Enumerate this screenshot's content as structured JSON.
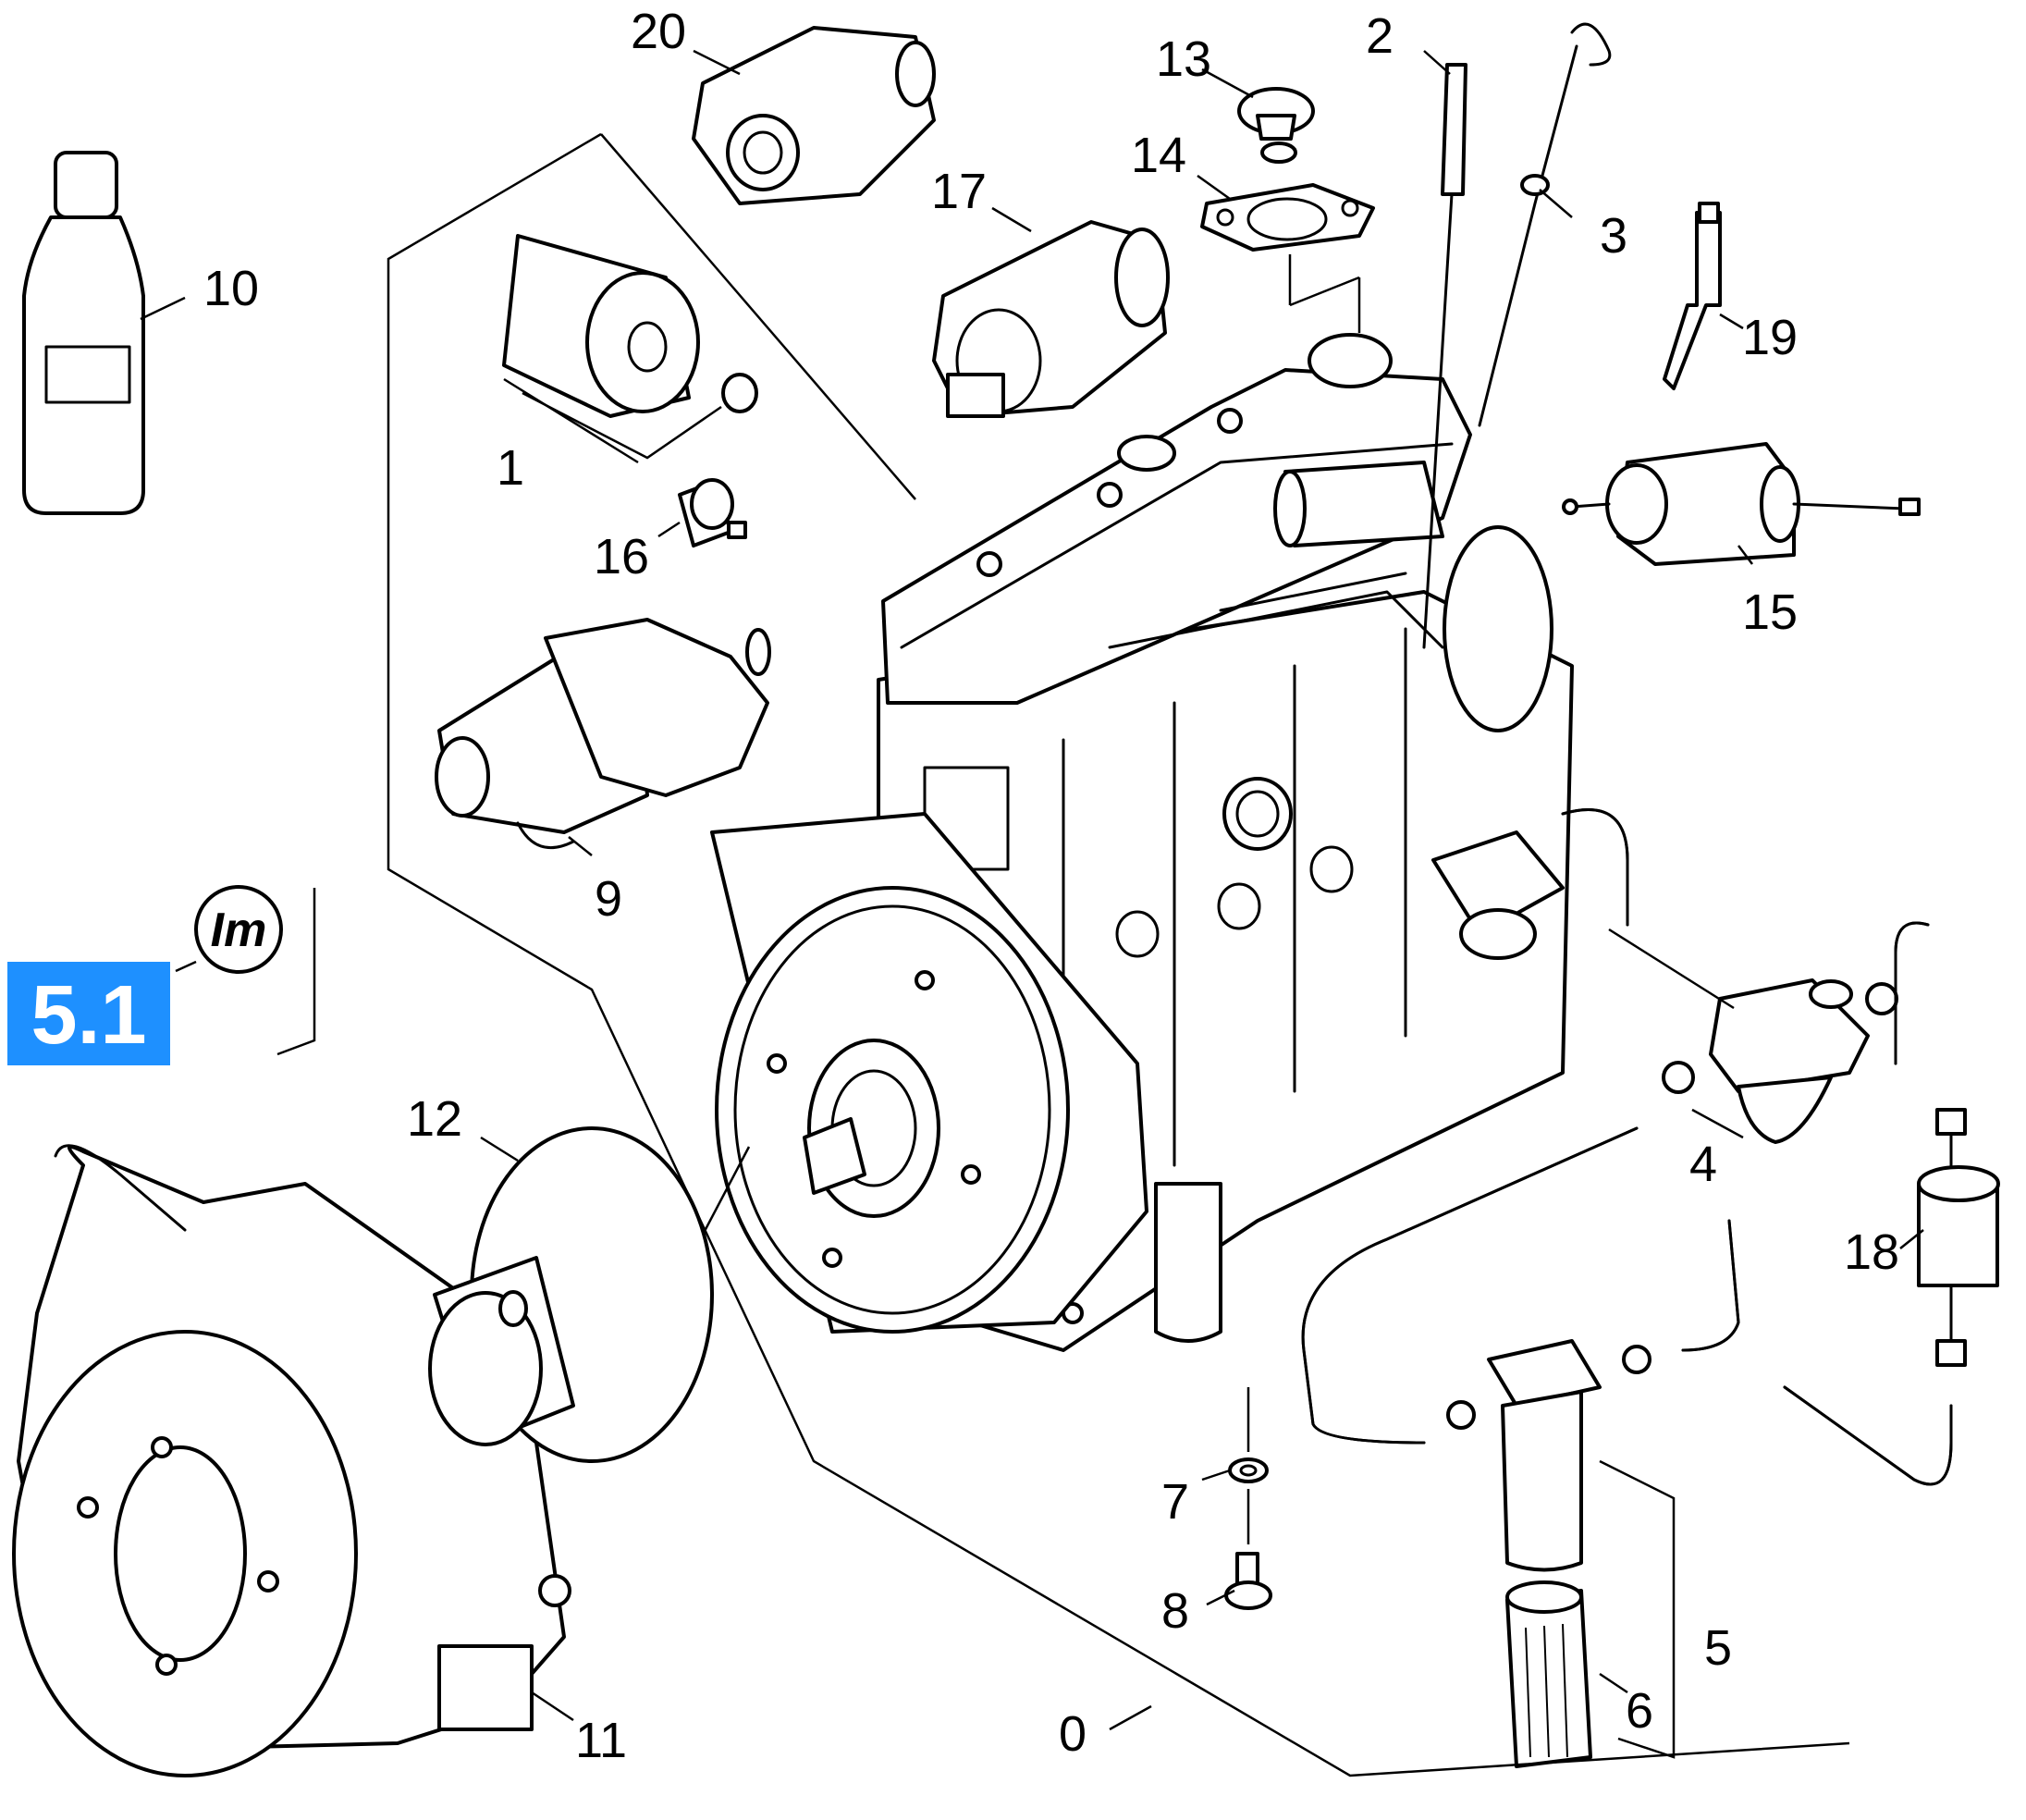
{
  "badge": {
    "section": "5.1",
    "color": "#1e90ff",
    "text_color": "#ffffff",
    "im_label": "Im"
  },
  "callouts": [
    "0",
    "1",
    "2",
    "3",
    "4",
    "5",
    "6",
    "7",
    "8",
    "9",
    "10",
    "11",
    "12",
    "13",
    "14",
    "15",
    "16",
    "17",
    "18",
    "19",
    "20"
  ],
  "colors": {
    "ink": "#000000",
    "paper": "#ffffff"
  }
}
